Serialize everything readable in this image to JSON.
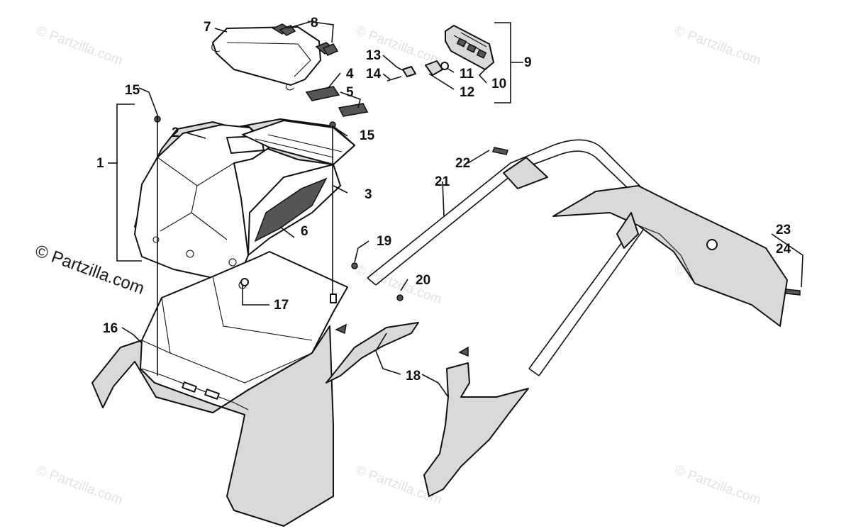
{
  "watermark": {
    "text": "© Partzilla.com",
    "faint_text": "© Partzilla.com"
  },
  "callouts": [
    {
      "id": "1",
      "label": "1"
    },
    {
      "id": "2",
      "label": "2"
    },
    {
      "id": "3",
      "label": "3"
    },
    {
      "id": "4",
      "label": "4"
    },
    {
      "id": "5",
      "label": "5"
    },
    {
      "id": "6",
      "label": "6"
    },
    {
      "id": "7",
      "label": "7"
    },
    {
      "id": "8",
      "label": "8"
    },
    {
      "id": "9",
      "label": "9"
    },
    {
      "id": "10",
      "label": "10"
    },
    {
      "id": "11",
      "label": "11"
    },
    {
      "id": "12",
      "label": "12"
    },
    {
      "id": "13",
      "label": "13"
    },
    {
      "id": "14",
      "label": "14"
    },
    {
      "id": "15a",
      "label": "15"
    },
    {
      "id": "15b",
      "label": "15"
    },
    {
      "id": "16",
      "label": "16"
    },
    {
      "id": "17",
      "label": "17"
    },
    {
      "id": "18",
      "label": "18"
    },
    {
      "id": "19",
      "label": "19"
    },
    {
      "id": "20",
      "label": "20"
    },
    {
      "id": "21",
      "label": "21"
    },
    {
      "id": "22",
      "label": "22"
    },
    {
      "id": "23",
      "label": "23"
    },
    {
      "id": "24",
      "label": "24"
    }
  ]
}
